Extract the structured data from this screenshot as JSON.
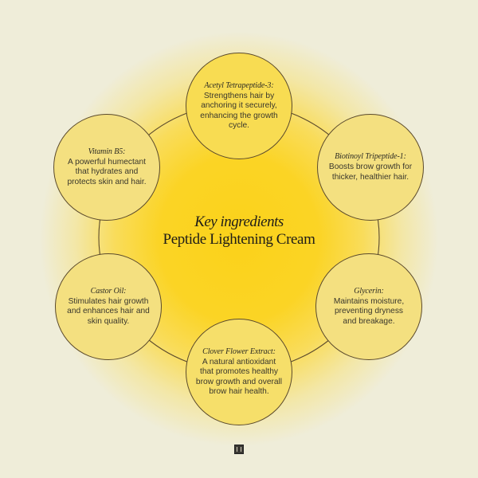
{
  "colors": {
    "background": "#efedd9",
    "glow": "#fbd21a",
    "line": "#5b4a2c",
    "text": "#2b2a22"
  },
  "center": {
    "kicker": "Key ingredients",
    "product": "Peptide Lightening Cream"
  },
  "ingredients": [
    {
      "name": "Acetyl Tetrapeptide-3:",
      "description": "Strengthens hair by anchoring it securely, enhancing the growth cycle.",
      "position": "top"
    },
    {
      "name": "Biotinoyl Tripeptide-1:",
      "description": "Boosts brow growth for thicker, healthier hair.",
      "position": "top-right"
    },
    {
      "name": "Glycerin:",
      "description": "Maintains moisture, preventing dryness and breakage.",
      "position": "bottom-right"
    },
    {
      "name": "Clover Flower Extract:",
      "description": "A natural antioxidant that promotes healthy brow growth and overall brow hair health.",
      "position": "bottom"
    },
    {
      "name": "Castor Oil:",
      "description": "Stimulates hair growth and enhances hair and skin quality.",
      "position": "bottom-left"
    },
    {
      "name": "Vitamin B5:",
      "description": "A powerful humectant that hydrates and protects skin and hair.",
      "position": "top-left"
    }
  ],
  "footer": {
    "logo_icon": "brand-logo-icon"
  }
}
